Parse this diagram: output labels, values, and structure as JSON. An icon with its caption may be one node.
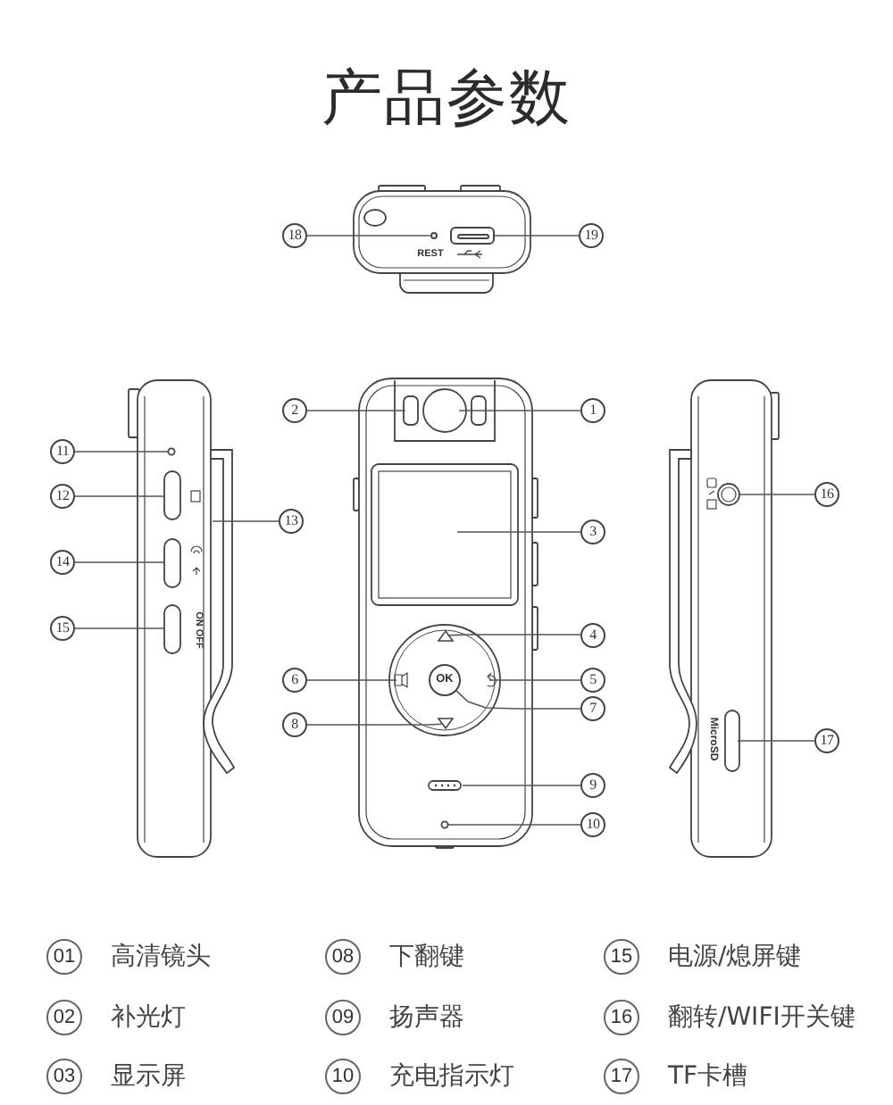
{
  "diagram": {
    "title": "产品参数",
    "nodes": [
      {
        "text": [
          "18"
        ]
      },
      {
        "text": [
          "19"
        ]
      },
      {
        "text": [
          "2"
        ]
      },
      {
        "text": [
          "1"
        ]
      },
      {
        "text": [
          "11"
        ]
      },
      {
        "text": [
          "12"
        ]
      },
      {
        "text": [
          "16"
        ]
      },
      {
        "text": [
          "13"
        ]
      },
      {
        "text": [
          "3"
        ]
      },
      {
        "text": [
          "14"
        ]
      },
      {
        "text": [
          "15"
        ]
      },
      {
        "text": [
          "4"
        ]
      },
      {
        "text": [
          "6"
        ]
      },
      {
        "text": [
          "5"
        ]
      },
      {
        "text": [
          "7"
        ]
      },
      {
        "text": [
          "8"
        ]
      },
      {
        "text": [
          "17"
        ]
      },
      {
        "text": [
          "9"
        ]
      },
      {
        "text": [
          "10"
        ]
      },
      {
        "text": [],
        "shape": "circle",
        "beside": [
          "REST"
        ]
      },
      {
        "text": [],
        "shape": "box"
      },
      {
        "text": [
          "OK"
        ]
      },
      {
        "text": [],
        "shape": "triangle"
      },
      {
        "text": [],
        "shape": "triangle"
      },
      {
        "text": [
          "01"
        ],
        "beside": [
          "高清镜头"
        ]
      },
      {
        "text": [
          "08"
        ],
        "beside": [
          "下翻键"
        ]
      },
      {
        "text": [
          "15"
        ],
        "beside": [
          "电源/熄屏键"
        ]
      },
      {
        "text": [
          "02"
        ],
        "beside": [
          "补光灯"
        ]
      },
      {
        "text": [
          "09"
        ],
        "beside": [
          "扬声器"
        ]
      },
      {
        "text": [
          "16"
        ],
        "beside": [
          "翻转/WIFI开关键"
        ]
      },
      {
        "text": [
          "03"
        ],
        "beside": [
          "显示屏"
        ]
      },
      {
        "text": [
          "10"
        ],
        "beside": [
          "充电指示灯"
        ]
      },
      {
        "text": [
          "17"
        ],
        "beside": [
          "TF卡槽"
        ]
      }
    ],
    "edges": [
      {
        "from": 0,
        "to": 19,
        "arrow": "none"
      },
      {
        "from": 1,
        "to": 20,
        "arrow": "none"
      },
      {
        "from": 2,
        "to": null,
        "arrow": "none"
      },
      {
        "from": 3,
        "to": null,
        "arrow": "none"
      },
      {
        "from": 4,
        "to": null,
        "arrow": "none"
      },
      {
        "from": 5,
        "to": null,
        "arrow": "none"
      },
      {
        "from": 6,
        "to": null,
        "arrow": "none"
      },
      {
        "from": 7,
        "to": null,
        "arrow": "none"
      },
      {
        "from": 8,
        "to": null,
        "arrow": "none"
      },
      {
        "from": 9,
        "to": null,
        "arrow": "none"
      },
      {
        "from": 10,
        "to": null,
        "arrow": "none"
      },
      {
        "from": 11,
        "to": 22,
        "arrow": "none"
      },
      {
        "from": 12,
        "to": null,
        "arrow": "none"
      },
      {
        "from": 13,
        "to": null,
        "arrow": "none"
      },
      {
        "from": 14,
        "to": 21,
        "arrow": "none"
      },
      {
        "from": 15,
        "to": 23,
        "arrow": "none"
      },
      {
        "from": 16,
        "to": null,
        "arrow": "none"
      },
      {
        "from": 17,
        "to": null,
        "arrow": "none"
      },
      {
        "from": 18,
        "to": null,
        "arrow": "none"
      }
    ],
    "labels": [
      "ON OFF",
      "MicroSD"
    ]
  }
}
